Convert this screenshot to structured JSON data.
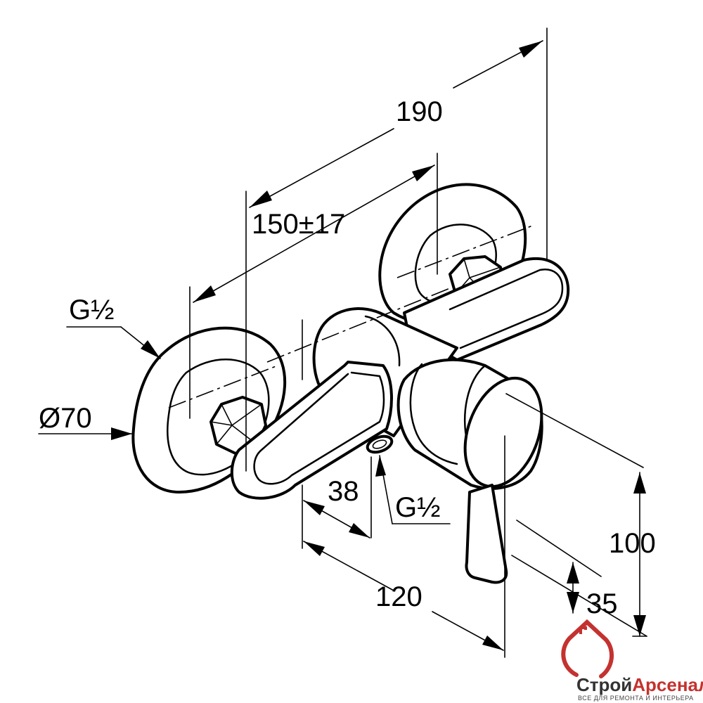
{
  "dimensions": {
    "total_length": "190",
    "center_distance": "150±17",
    "inlet_thread": "G½",
    "rosette_diameter": "Ø70",
    "outlet_offset": "38",
    "outlet_thread": "G½",
    "depth": "120",
    "height": "100",
    "outlet_height": "35"
  },
  "logo": {
    "name_part1": "Строй",
    "name_part2": "Арсенал",
    "tagline": "ВСЕ ДЛЯ РЕМОНТА И ИНТЕРЬЕРА"
  },
  "colors": {
    "line": "#000000",
    "background": "#ffffff",
    "logo_accent": "#c4322f",
    "logo_text": "#333333"
  }
}
